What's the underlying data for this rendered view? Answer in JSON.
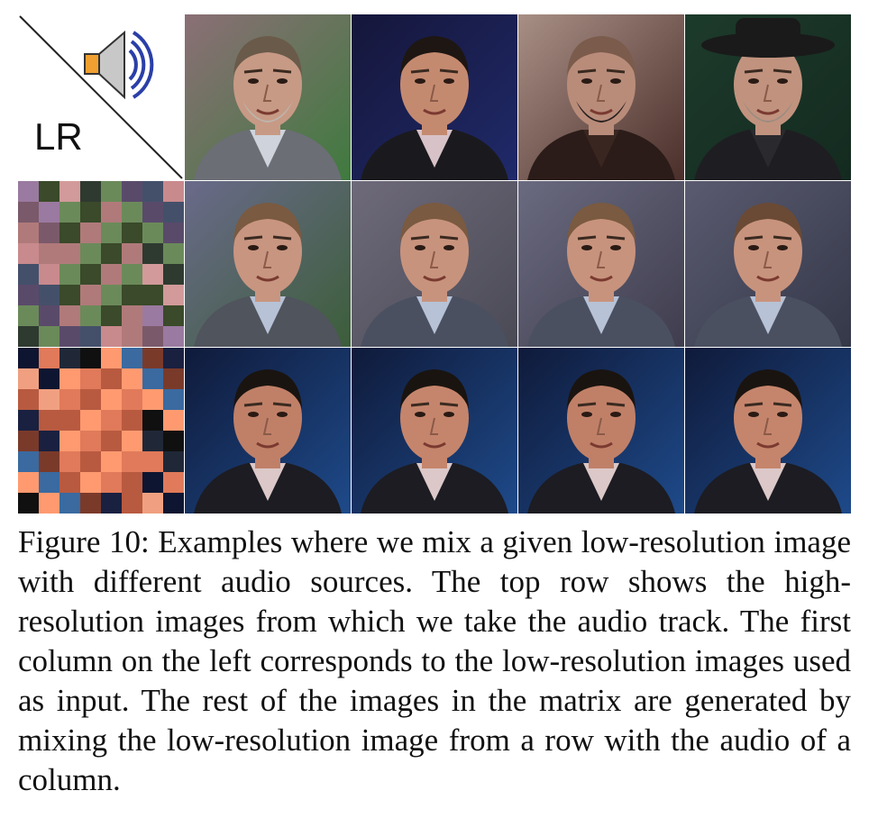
{
  "figure": {
    "corner_label": "LR",
    "corner_icon": "speaker-icon",
    "rows": [
      {
        "name": "audio-sources",
        "cells": [
          {
            "kind": "corner"
          },
          {
            "kind": "face",
            "skin": "#c79a85",
            "hair": "#6a5a4a",
            "bg": "#8b6f76",
            "bg2": "#3f7a3f",
            "suit": "#6b6e75",
            "shirt": "#cfd3dc",
            "beard": "#bdb5ad"
          },
          {
            "kind": "face",
            "skin": "#c48a70",
            "hair": "#1e1612",
            "bg": "#15163a",
            "bg2": "#202a6a",
            "suit": "#1a1a1e",
            "shirt": "#d7c2c7",
            "beard": null
          },
          {
            "kind": "face",
            "skin": "#b98c7a",
            "hair": "#7b5b4b",
            "bg": "#a88f85",
            "bg2": "#4a2e2a",
            "suit": "#2b1c19",
            "shirt": "#3a2621",
            "beard": "#2a2020"
          },
          {
            "kind": "face",
            "skin": "#c1937f",
            "hair": "#1b1b1b",
            "bg": "#1d3b2b",
            "bg2": "#142a20",
            "suit": "#1e1e22",
            "shirt": "#2a2a2e",
            "beard": "#9c8c80",
            "hat": "#1a1a1a"
          }
        ]
      },
      {
        "name": "low-res-row-1",
        "cells": [
          {
            "kind": "pixel",
            "palette": [
              "#9a7aa0",
              "#c98a8d",
              "#6b8a5a",
              "#3a4a2a",
              "#b07a7a",
              "#5a4a6a",
              "#d29a9a",
              "#7a5a6a",
              "#44506a",
              "#2e3a30"
            ]
          },
          {
            "kind": "face",
            "skin": "#c89580",
            "hair": "#7a5a40",
            "bg": "#6a6a8a",
            "bg2": "#3c5e3a",
            "suit": "#50545c",
            "shirt": "#b7c2d6",
            "beard": null
          },
          {
            "kind": "face",
            "skin": "#c8937d",
            "hair": "#7a5a40",
            "bg": "#6e6a7a",
            "bg2": "#4a4a55",
            "suit": "#4a5060",
            "shirt": "#b7c2d6",
            "beard": null
          },
          {
            "kind": "face",
            "skin": "#c8937d",
            "hair": "#7a5a40",
            "bg": "#6a6a80",
            "bg2": "#3f3d4d",
            "suit": "#4a5060",
            "shirt": "#b7c2d6",
            "beard": null
          },
          {
            "kind": "face",
            "skin": "#c8937d",
            "hair": "#6a4a35",
            "bg": "#5a5a70",
            "bg2": "#343848",
            "suit": "#4a5060",
            "shirt": "#b7c2d6",
            "beard": null
          }
        ]
      },
      {
        "name": "low-res-row-2",
        "cells": [
          {
            "kind": "pixel",
            "palette": [
              "#0e1530",
              "#1a2040",
              "#ff9a70",
              "#e07a5a",
              "#b85a40",
              "#3a6aa0",
              "#202838",
              "#f0a080",
              "#7a3a2a",
              "#101010"
            ]
          },
          {
            "kind": "face",
            "skin": "#c08068",
            "hair": "#1a1410",
            "bg": "#0f1a3a",
            "bg2": "#1e4a8a",
            "suit": "#1c1c22",
            "shirt": "#dcc8c8",
            "beard": null
          },
          {
            "kind": "face",
            "skin": "#c5856c",
            "hair": "#1a1410",
            "bg": "#0f1a3a",
            "bg2": "#1e4a8a",
            "suit": "#1c1c22",
            "shirt": "#dcc8c8",
            "beard": null
          },
          {
            "kind": "face",
            "skin": "#c08068",
            "hair": "#1a1410",
            "bg": "#0f1a3a",
            "bg2": "#1e4a8a",
            "suit": "#1c1c22",
            "shirt": "#dcc8c8",
            "beard": null
          },
          {
            "kind": "face",
            "skin": "#c5856c",
            "hair": "#1a1410",
            "bg": "#0f1a3a",
            "bg2": "#1e4a8a",
            "suit": "#1c1c22",
            "shirt": "#dcc8c8",
            "beard": null
          }
        ]
      }
    ]
  },
  "caption": {
    "text": "Figure 10: Examples where we mix a given low-resolution image with different audio sources.  The top row shows the high-resolution images from which we take the audio track. The first column on the left corresponds to the low-resolution images used as input. The rest of the images in the matrix are generated by mixing the low-resolution image from a row with the audio of a column."
  }
}
